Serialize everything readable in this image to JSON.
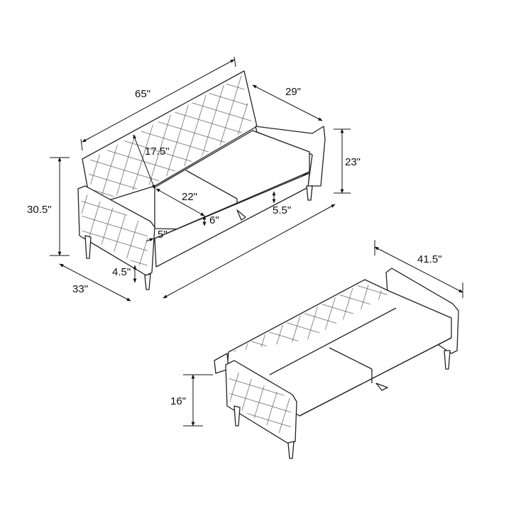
{
  "sofa_upright": {
    "dimensions": {
      "overall_width": "65\"",
      "arm_depth": "29\"",
      "back_height": "17.5\"",
      "arm_height": "23\"",
      "seat_depth": "22\"",
      "overall_height": "30.5\"",
      "cushion_thickness": "6\"",
      "base_height": "5.5\"",
      "arm_width": "5\"",
      "leg_height": "4.5\"",
      "overall_depth": "33\""
    }
  },
  "sofa_bed": {
    "dimensions": {
      "bed_depth": "41.5\"",
      "bed_height": "16\""
    }
  }
}
